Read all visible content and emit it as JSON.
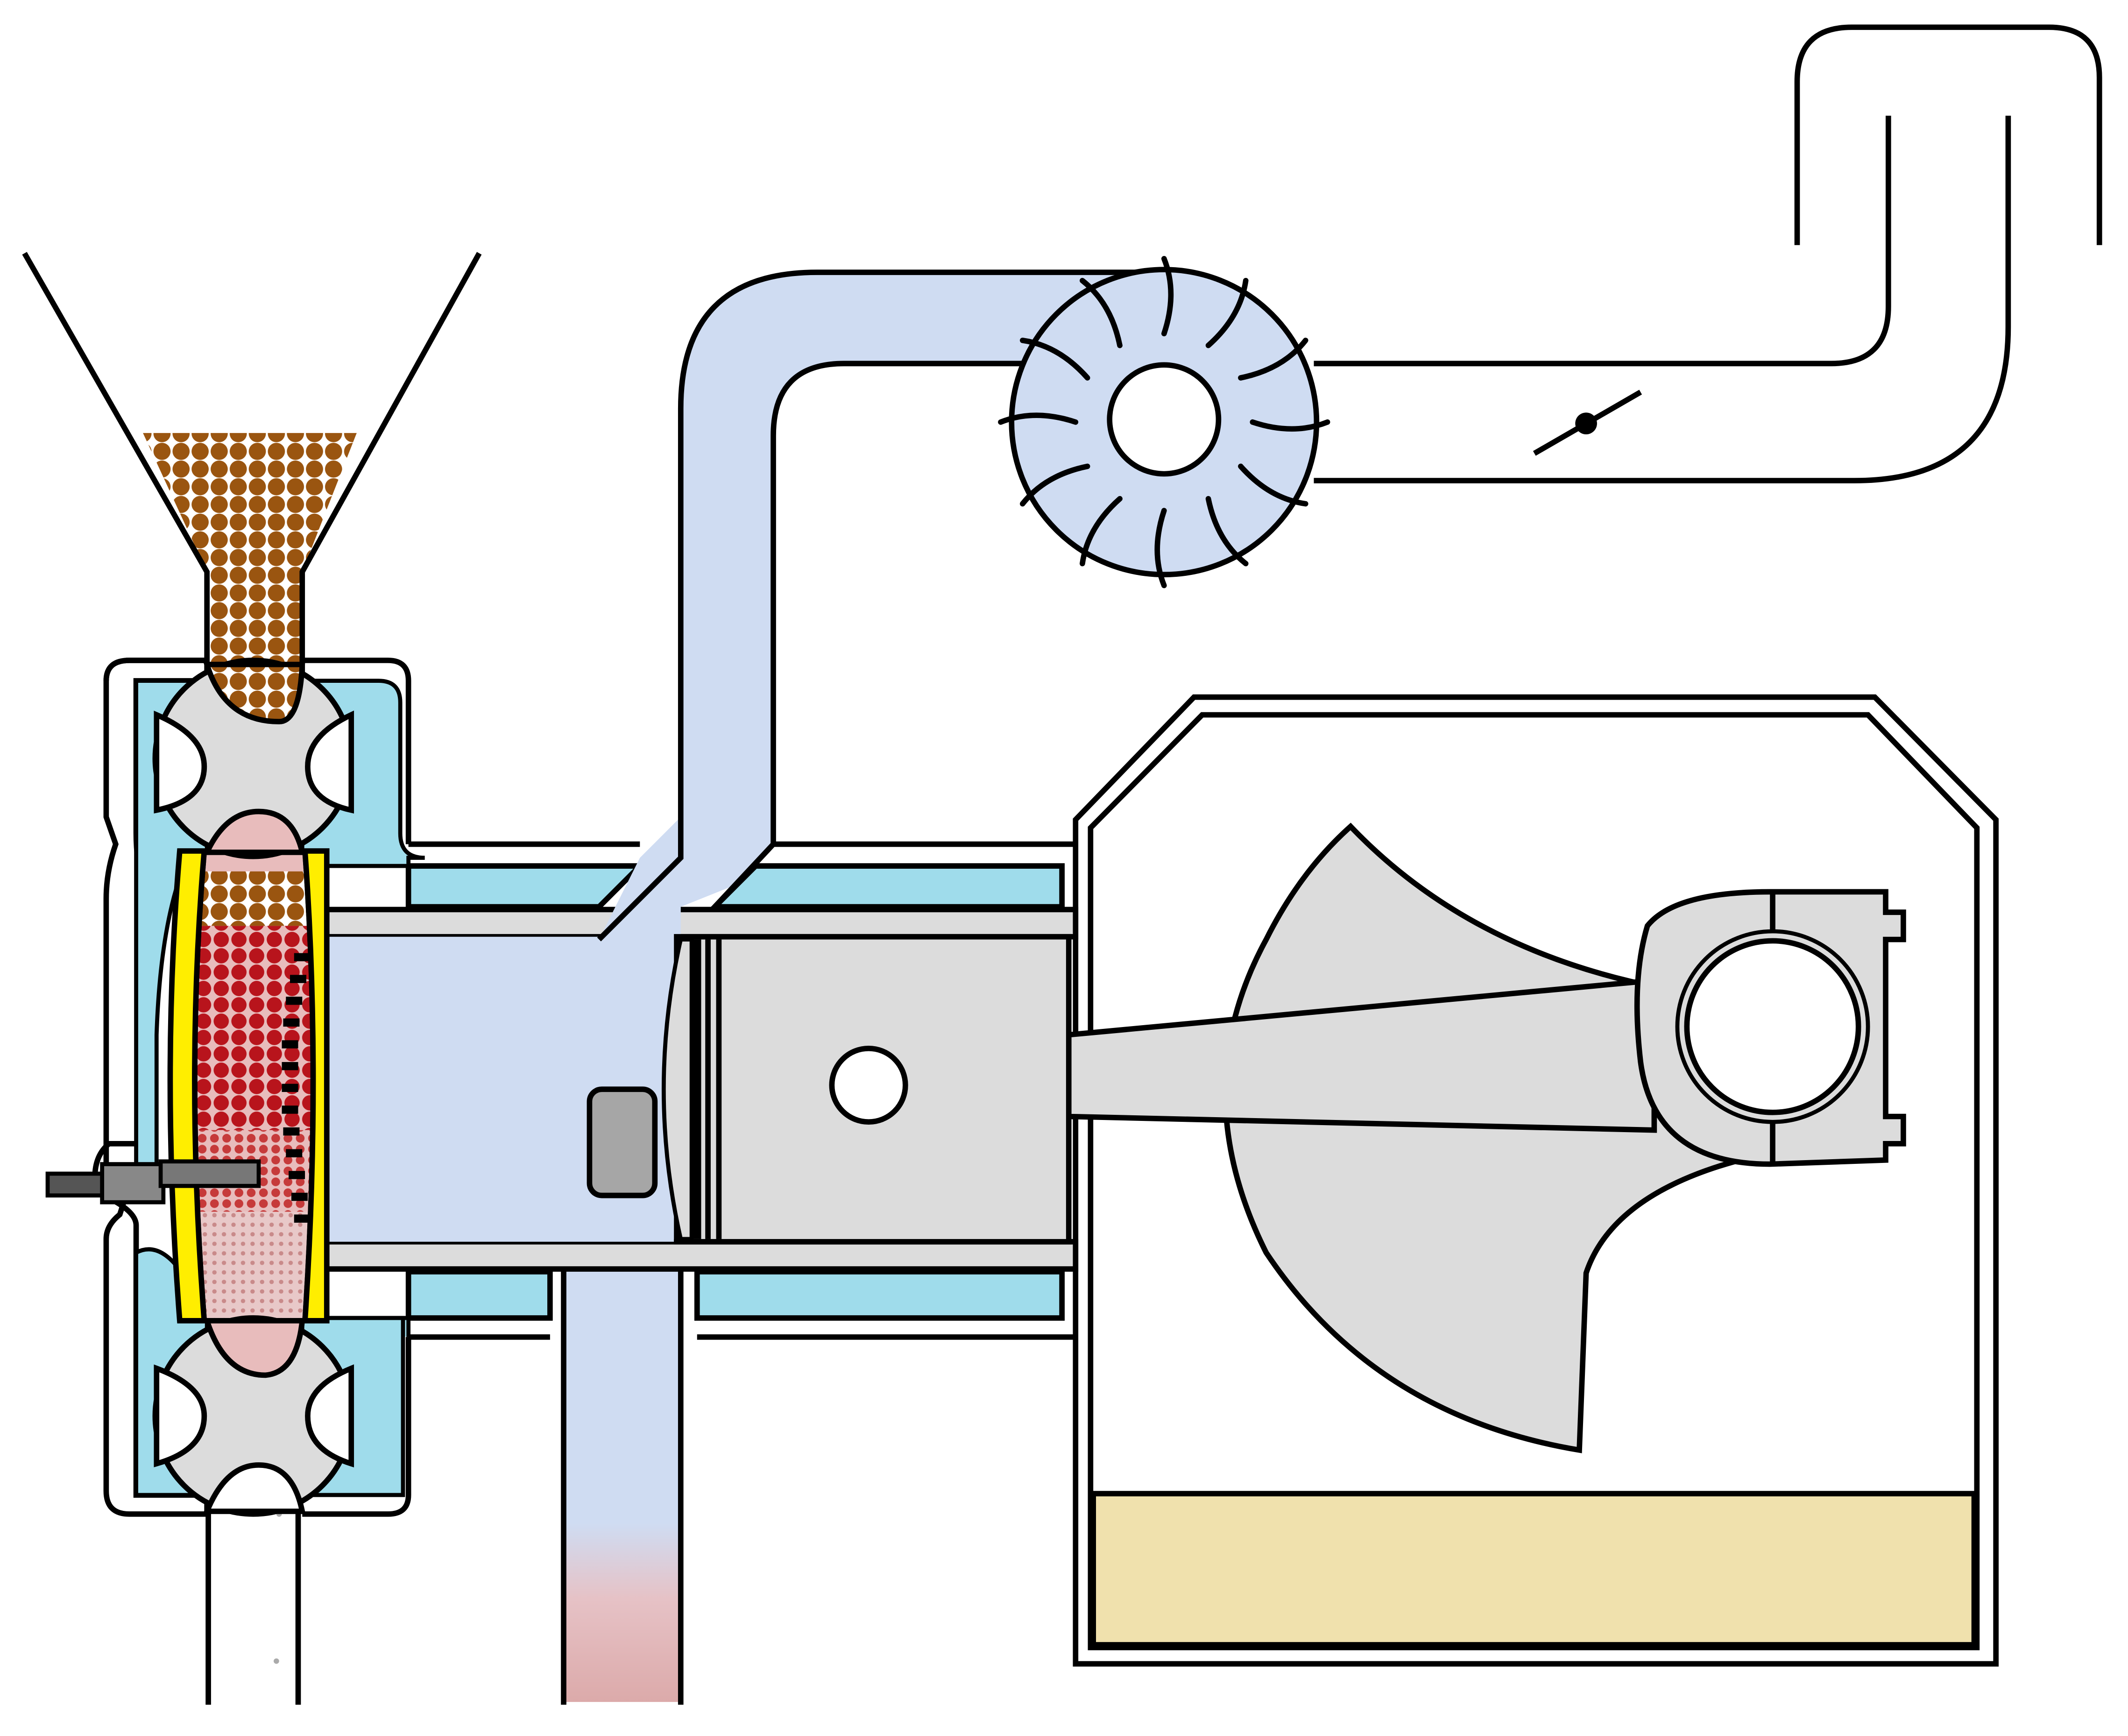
{
  "diagram": {
    "labels": [],
    "components": [
      "feed-hopper",
      "rotary-inlet-valve",
      "reaction-chamber",
      "glow-plug",
      "rotary-outlet-valve",
      "discharge-tube",
      "cylinder",
      "piston",
      "connecting-rod",
      "crankshaft-counterweight",
      "crankcase",
      "oil-sump",
      "intake-duct",
      "turbine",
      "throttle-valve",
      "exhaust-pipe"
    ],
    "colors": {
      "outline": "#000000",
      "coolant": "#9fdceb",
      "gas": "#cfdcf2",
      "metal": "#dcdcdc",
      "metal_dark": "#a6a6a6",
      "pellet_brown": "#9a5510",
      "pellet_red": "#b8141c",
      "chamber_pink": "#e8bcbc",
      "liner_yellow": "#ffee00",
      "exhaust_pink": "#dcaaaa",
      "oil": "#f0e1ad"
    }
  }
}
